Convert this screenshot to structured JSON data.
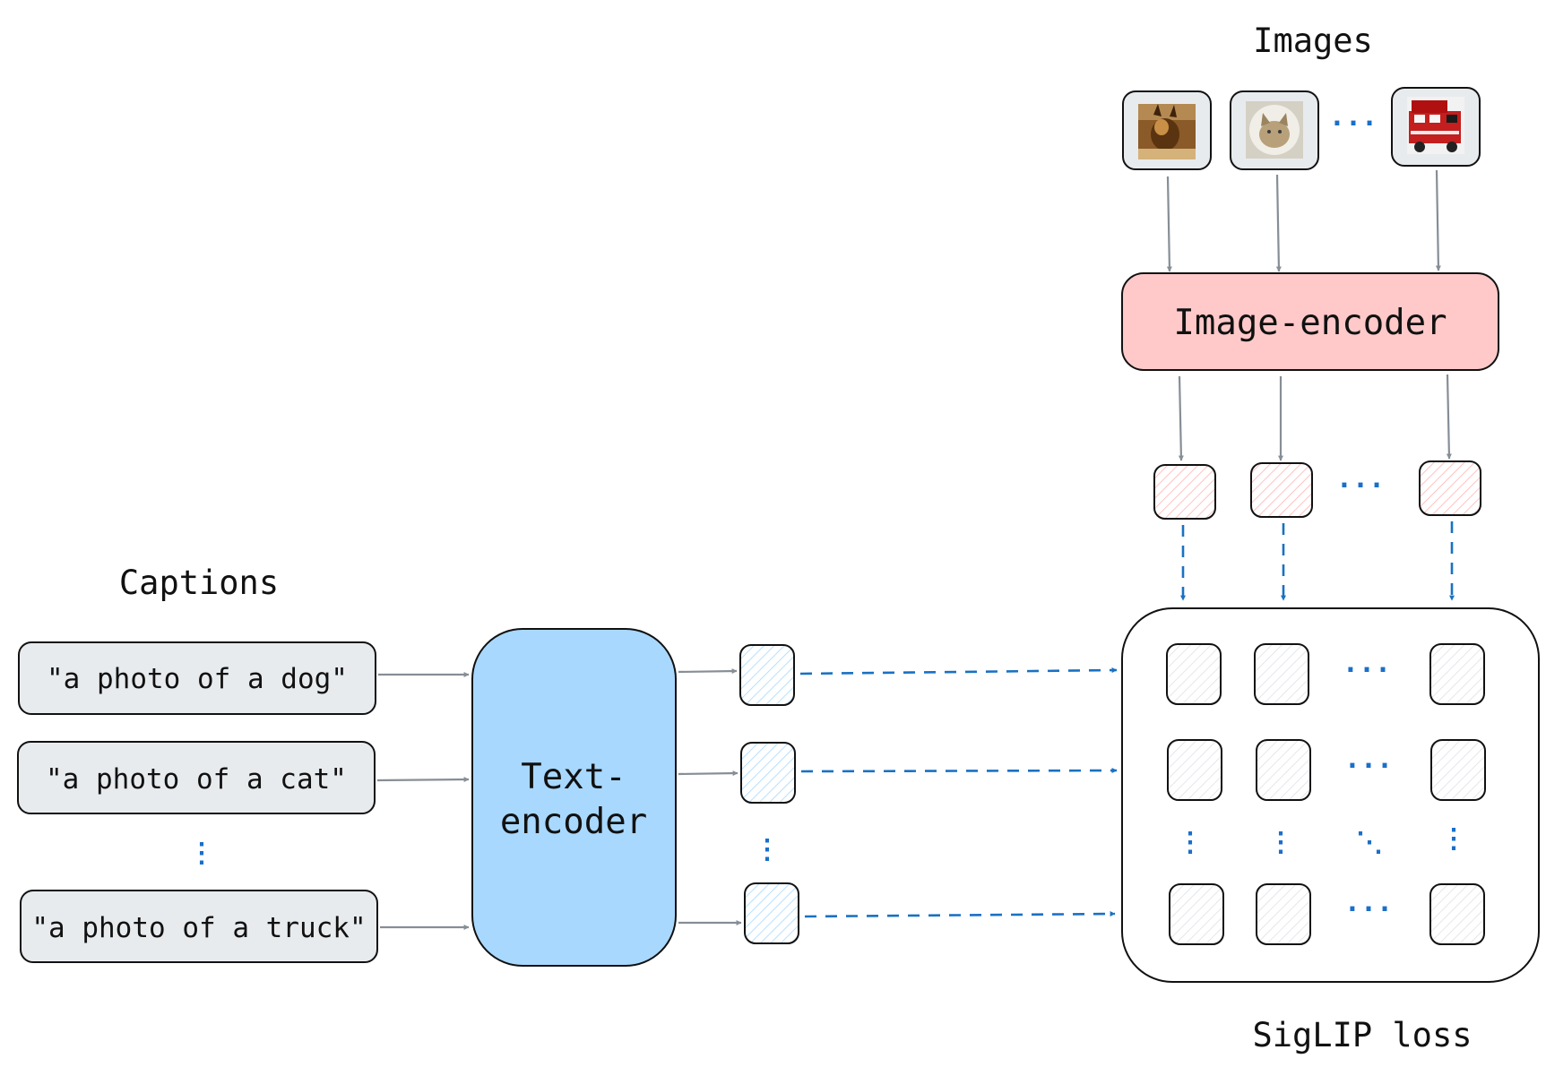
{
  "sections": {
    "images_title": "Images",
    "captions_title": "Captions",
    "loss_title": "SigLIP loss"
  },
  "captions": [
    "\"a photo of a dog\"",
    "\"a photo of a cat\"",
    "\"a photo of a truck\""
  ],
  "images": [
    {
      "name": "dog"
    },
    {
      "name": "cat"
    },
    {
      "name": "fire-truck"
    }
  ],
  "encoders": {
    "image": "Image-encoder",
    "text_line1": "Text-",
    "text_line2": "encoder"
  },
  "ellipsis": {
    "horizontal": "···",
    "vertical": "⋮",
    "diagonal": "⋱"
  },
  "colors": {
    "caption_fill": "#e8ebee",
    "text_encoder_fill": "#a8d8fd",
    "image_encoder_fill": "#ffc9c9",
    "image_frame_fill": "#e8ebee",
    "arrow_gray": "#868e96",
    "arrow_blue": "#1971c2",
    "dots_blue": "#1a6fc9",
    "text_hatch": "#a5d8ff",
    "image_hatch": "#ffc9c9"
  },
  "icons": [
    "dog-photo",
    "cat-photo",
    "fire-truck-photo",
    "hatched-embedding-square"
  ]
}
